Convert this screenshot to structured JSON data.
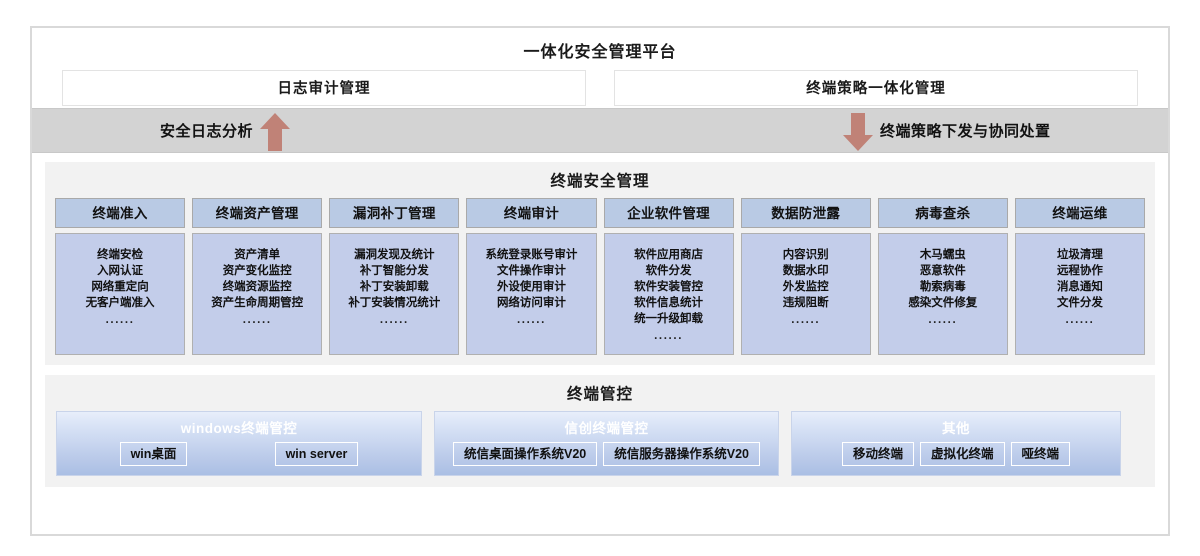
{
  "platform": {
    "title": "一体化安全管理平台",
    "boxes": [
      {
        "label": "日志审计管理"
      },
      {
        "label": "终端策略一体化管理"
      }
    ]
  },
  "flow_band": {
    "left": {
      "label": "安全日志分析",
      "icon": "arrow-up-icon",
      "color": "#c08277",
      "direction": "up"
    },
    "right": {
      "label": "终端策略下发与协同处置",
      "icon": "arrow-down-icon",
      "color": "#c08277",
      "direction": "down"
    },
    "background": "#d3d3d3"
  },
  "terminal_security": {
    "title": "终端安全管理",
    "header_color": "#b9cae4",
    "body_color": "#c3cdea",
    "columns": [
      {
        "head": "终端准入",
        "items": [
          "终端安检",
          "入网认证",
          "网络重定向",
          "无客户端准入"
        ],
        "dots": "······"
      },
      {
        "head": "终端资产管理",
        "items": [
          "资产清单",
          "资产变化监控",
          "终端资源监控",
          "资产生命周期管控"
        ],
        "dots": "······"
      },
      {
        "head": "漏洞补丁管理",
        "items": [
          "漏洞发现及统计",
          "补丁智能分发",
          "补丁安装卸载",
          "补丁安装情况统计"
        ],
        "dots": "······"
      },
      {
        "head": "终端审计",
        "items": [
          "系统登录账号审计",
          "文件操作审计",
          "外设使用审计",
          "网络访问审计"
        ],
        "dots": "······"
      },
      {
        "head": "企业软件管理",
        "items": [
          "软件应用商店",
          "软件分发",
          "软件安装管控",
          "软件信息统计",
          "统一升级卸载"
        ],
        "dots": "······"
      },
      {
        "head": "数据防泄露",
        "items": [
          "内容识别",
          "数据水印",
          "外发监控",
          "违规阻断"
        ],
        "dots": "······"
      },
      {
        "head": "病毒查杀",
        "items": [
          "木马蠕虫",
          "恶意软件",
          "勒索病毒",
          "感染文件修复"
        ],
        "dots": "······"
      },
      {
        "head": "终端运维",
        "items": [
          "垃圾清理",
          "远程协作",
          "消息通知",
          "文件分发"
        ],
        "dots": "······"
      }
    ]
  },
  "terminal_control": {
    "title": "终端管控",
    "panels": [
      {
        "title": "windows终端管控",
        "chips": [
          "win桌面",
          "win server"
        ]
      },
      {
        "title": "信创终端管控",
        "chips": [
          "统信桌面操作系统V20",
          "统信服务器操作系统V20"
        ]
      },
      {
        "title": "其他",
        "chips": [
          "移动终端",
          "虚拟化终端",
          "哑终端"
        ]
      }
    ]
  }
}
